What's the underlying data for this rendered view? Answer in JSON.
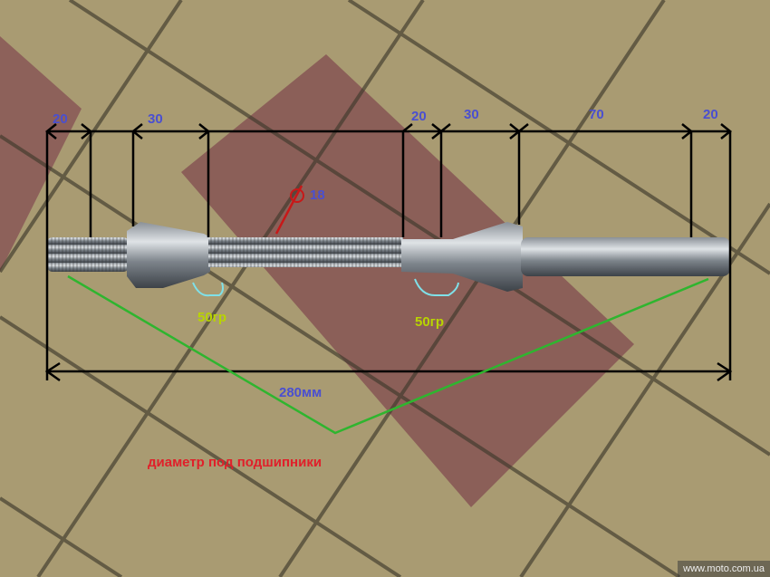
{
  "photo": {
    "subject": "axle-shaft",
    "dimensions_top": [
      "20",
      "30",
      "20",
      "30",
      "70",
      "20"
    ],
    "diameter_label": "18",
    "angle_labels": [
      "50гр",
      "50гр"
    ],
    "total_length_label": "280мм",
    "caption": "диаметр под подшипники",
    "watermark": "www.moto.com.ua",
    "colors": {
      "dimension": "#4a4fd0",
      "angle": "#b9d400",
      "caption": "#e0202a",
      "pointer": "#2fb52f"
    }
  }
}
